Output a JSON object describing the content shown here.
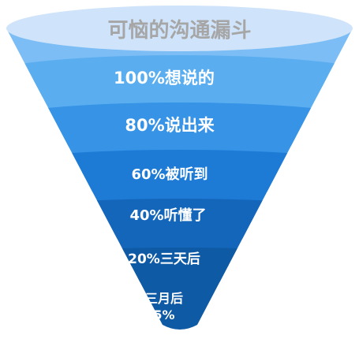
{
  "title": "可恼的沟通漏斗",
  "levels": [
    {
      "label": "100%想说的"
    },
    {
      "label": "80%说出来"
    },
    {
      "label": "60%被听到"
    },
    {
      "label": "40%听懂了"
    },
    {
      "label": "20%三天后"
    },
    {
      "label_line1": "三月后",
      "label_line2": "5%"
    }
  ],
  "colors": {
    "top_ellipse": "#cfe4fa",
    "title_text": "#a6a6a6",
    "band_1": "#7cbdf5",
    "band_2": "#5aaef0",
    "band_3": "#3793e6",
    "band_4": "#1d7bd6",
    "band_5": "#1466bb",
    "band_6": "#0f5aa5",
    "tip": "#0e4f96"
  }
}
